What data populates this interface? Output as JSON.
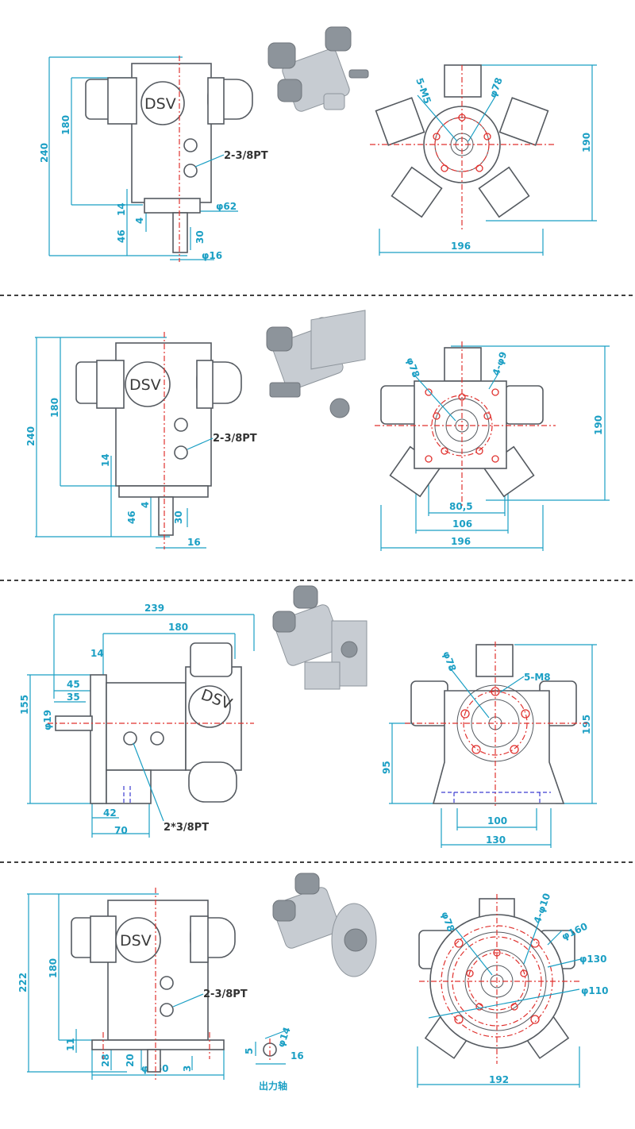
{
  "brand": {
    "logo": "DSV"
  },
  "colors": {
    "dimension": "#1b9fc4",
    "centerline": "#e0322f",
    "hidden": "#3d3dd0",
    "outline": "#555a60"
  },
  "row1": {
    "side": {
      "d240": "240",
      "d180": "180",
      "d14": "14",
      "d4": "4",
      "d46": "46",
      "d30": "30",
      "phi62": "φ62",
      "phi16": "φ16",
      "port": "2-3/8PT"
    },
    "front": {
      "holes": "5-M5",
      "pcd": "φ78",
      "d190": "190",
      "d196": "196"
    }
  },
  "row2": {
    "side": {
      "d240": "240",
      "d180": "180",
      "d14": "14",
      "d4": "4",
      "d46": "46",
      "d30": "30",
      "d16": "16",
      "port": "2-3/8PT"
    },
    "front": {
      "pcd": "φ78",
      "holes": "4-φ9",
      "d190": "190",
      "d805": "80,5",
      "d106": "106",
      "d196": "196"
    }
  },
  "row3": {
    "side": {
      "d239": "239",
      "d180": "180",
      "d14": "14",
      "d45": "45",
      "d35": "35",
      "d155": "155",
      "phi19": "φ19",
      "d42": "42",
      "d70": "70",
      "port": "2*3/8PT"
    },
    "front": {
      "pcd": "φ78",
      "holes": "5-M8",
      "d195": "195",
      "d95": "95",
      "d100": "100",
      "d130": "130"
    }
  },
  "row4": {
    "side": {
      "d222": "222",
      "d180": "180",
      "d11": "11",
      "d28": "28",
      "d20": "20",
      "d3": "3",
      "phi160": "φ160",
      "port": "2-3/8PT"
    },
    "shaft": {
      "phi14": "φ14",
      "d5": "5",
      "d16": "16",
      "caption": "出力轴"
    },
    "front": {
      "pcd": "φ78",
      "holes": "4-φ10",
      "phi160": "φ160",
      "phi130": "φ130",
      "phi110": "φ110",
      "d192": "192"
    }
  }
}
